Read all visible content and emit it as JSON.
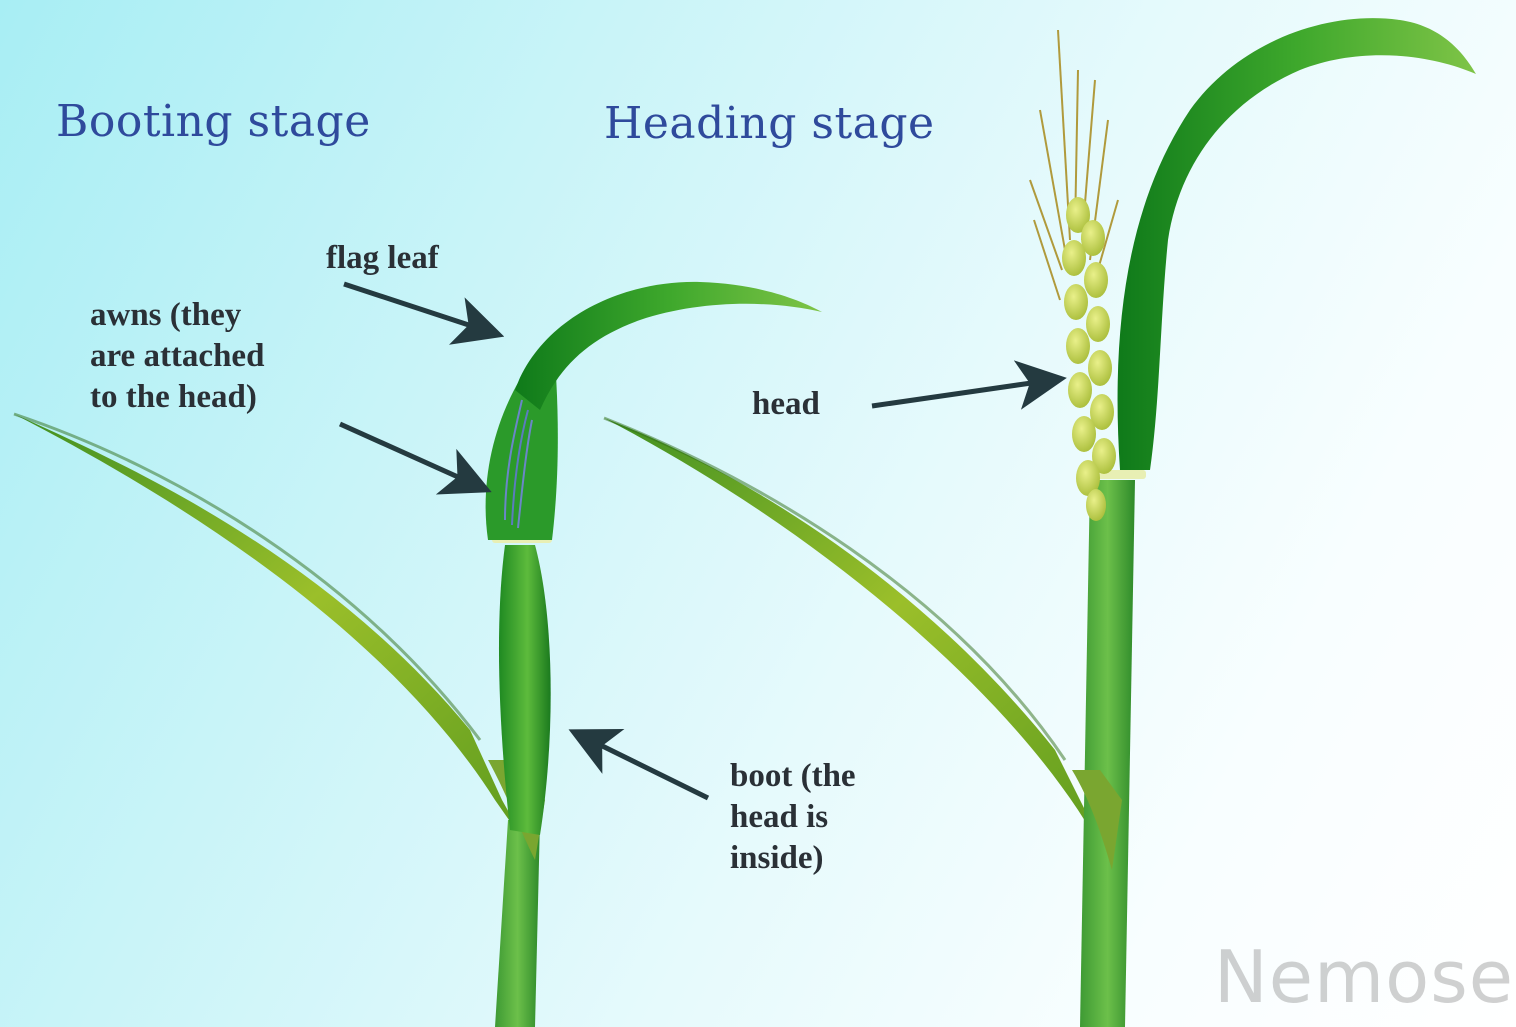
{
  "titles": {
    "booting": "Booting stage",
    "heading": "Heading stage"
  },
  "labels": {
    "flag_leaf": "flag leaf",
    "awns": "awns (they\nare attached\nto the head)",
    "head": "head",
    "boot": "boot (the\nhead is\ninside)"
  },
  "watermark": "Nemose",
  "colors": {
    "title": "#2f4a9c",
    "label": "#2a3036",
    "arrow": "#243a40",
    "leaf_dark": "#1f8a1f",
    "leaf_light": "#7dc13a",
    "stem": "#4aa83c",
    "grain": "#c8d85a"
  }
}
